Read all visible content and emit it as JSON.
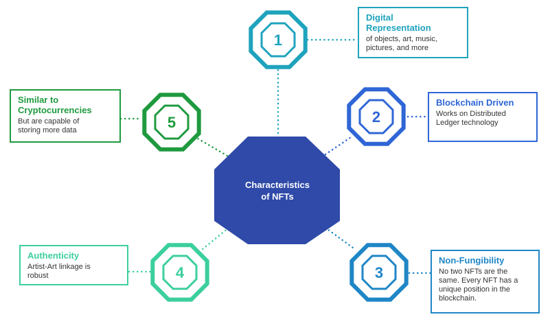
{
  "center": {
    "label_line1": "Characteristics",
    "label_line2": "of NFTs",
    "color": "#2f4aa8"
  },
  "items": [
    {
      "number": "1",
      "title": "Digital\nRepresentation",
      "description": "of objects, art, music,\npictures, and more",
      "color": "#1fa3bd"
    },
    {
      "number": "2",
      "title": "Blockchain Driven",
      "description": "Works on Distributed\nLedger technology",
      "color": "#2f66d6"
    },
    {
      "number": "3",
      "title": "Non-Fungibility",
      "description": "No two NFTs are the\nsame. Every NFT has a\nunique position in the\nblockchain.",
      "color": "#1f86c6"
    },
    {
      "number": "4",
      "title": "Authenticity",
      "description": "Artist-Art linkage is\nrobust",
      "color": "#3ccf9e"
    },
    {
      "number": "5",
      "title": "Similar to\nCryptocurrencies",
      "description": "But are capable of\nstoring more data",
      "color": "#1f9a3f"
    }
  ]
}
